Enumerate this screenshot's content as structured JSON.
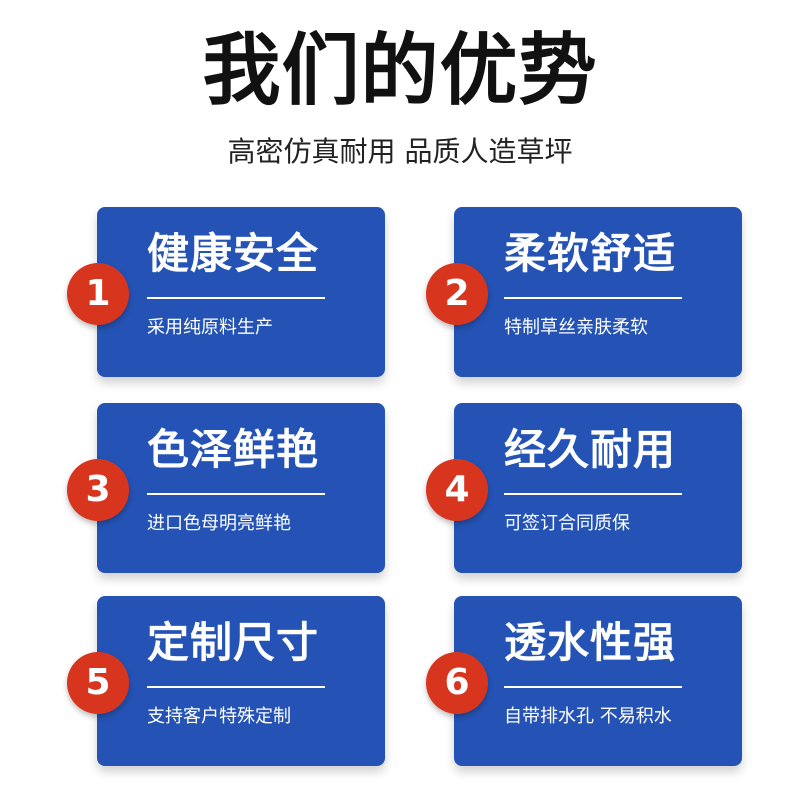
{
  "header": {
    "title": "我们的优势",
    "subtitle": "高密仿真耐用 品质人造草坪"
  },
  "colors": {
    "card_blue": "#2453b5",
    "badge_red": "#d8351f",
    "text_white": "#ffffff",
    "title_dark": "#111111"
  },
  "cards": [
    {
      "number": "1",
      "title": "健康安全",
      "desc": "采用纯原料生产"
    },
    {
      "number": "2",
      "title": "柔软舒适",
      "desc": "特制草丝亲肤柔软"
    },
    {
      "number": "3",
      "title": "色泽鲜艳",
      "desc": "进口色母明亮鲜艳"
    },
    {
      "number": "4",
      "title": "经久耐用",
      "desc": "可签订合同质保"
    },
    {
      "number": "5",
      "title": "定制尺寸",
      "desc": "支持客户特殊定制"
    },
    {
      "number": "6",
      "title": "透水性强",
      "desc": "自带排水孔 不易积水"
    }
  ]
}
